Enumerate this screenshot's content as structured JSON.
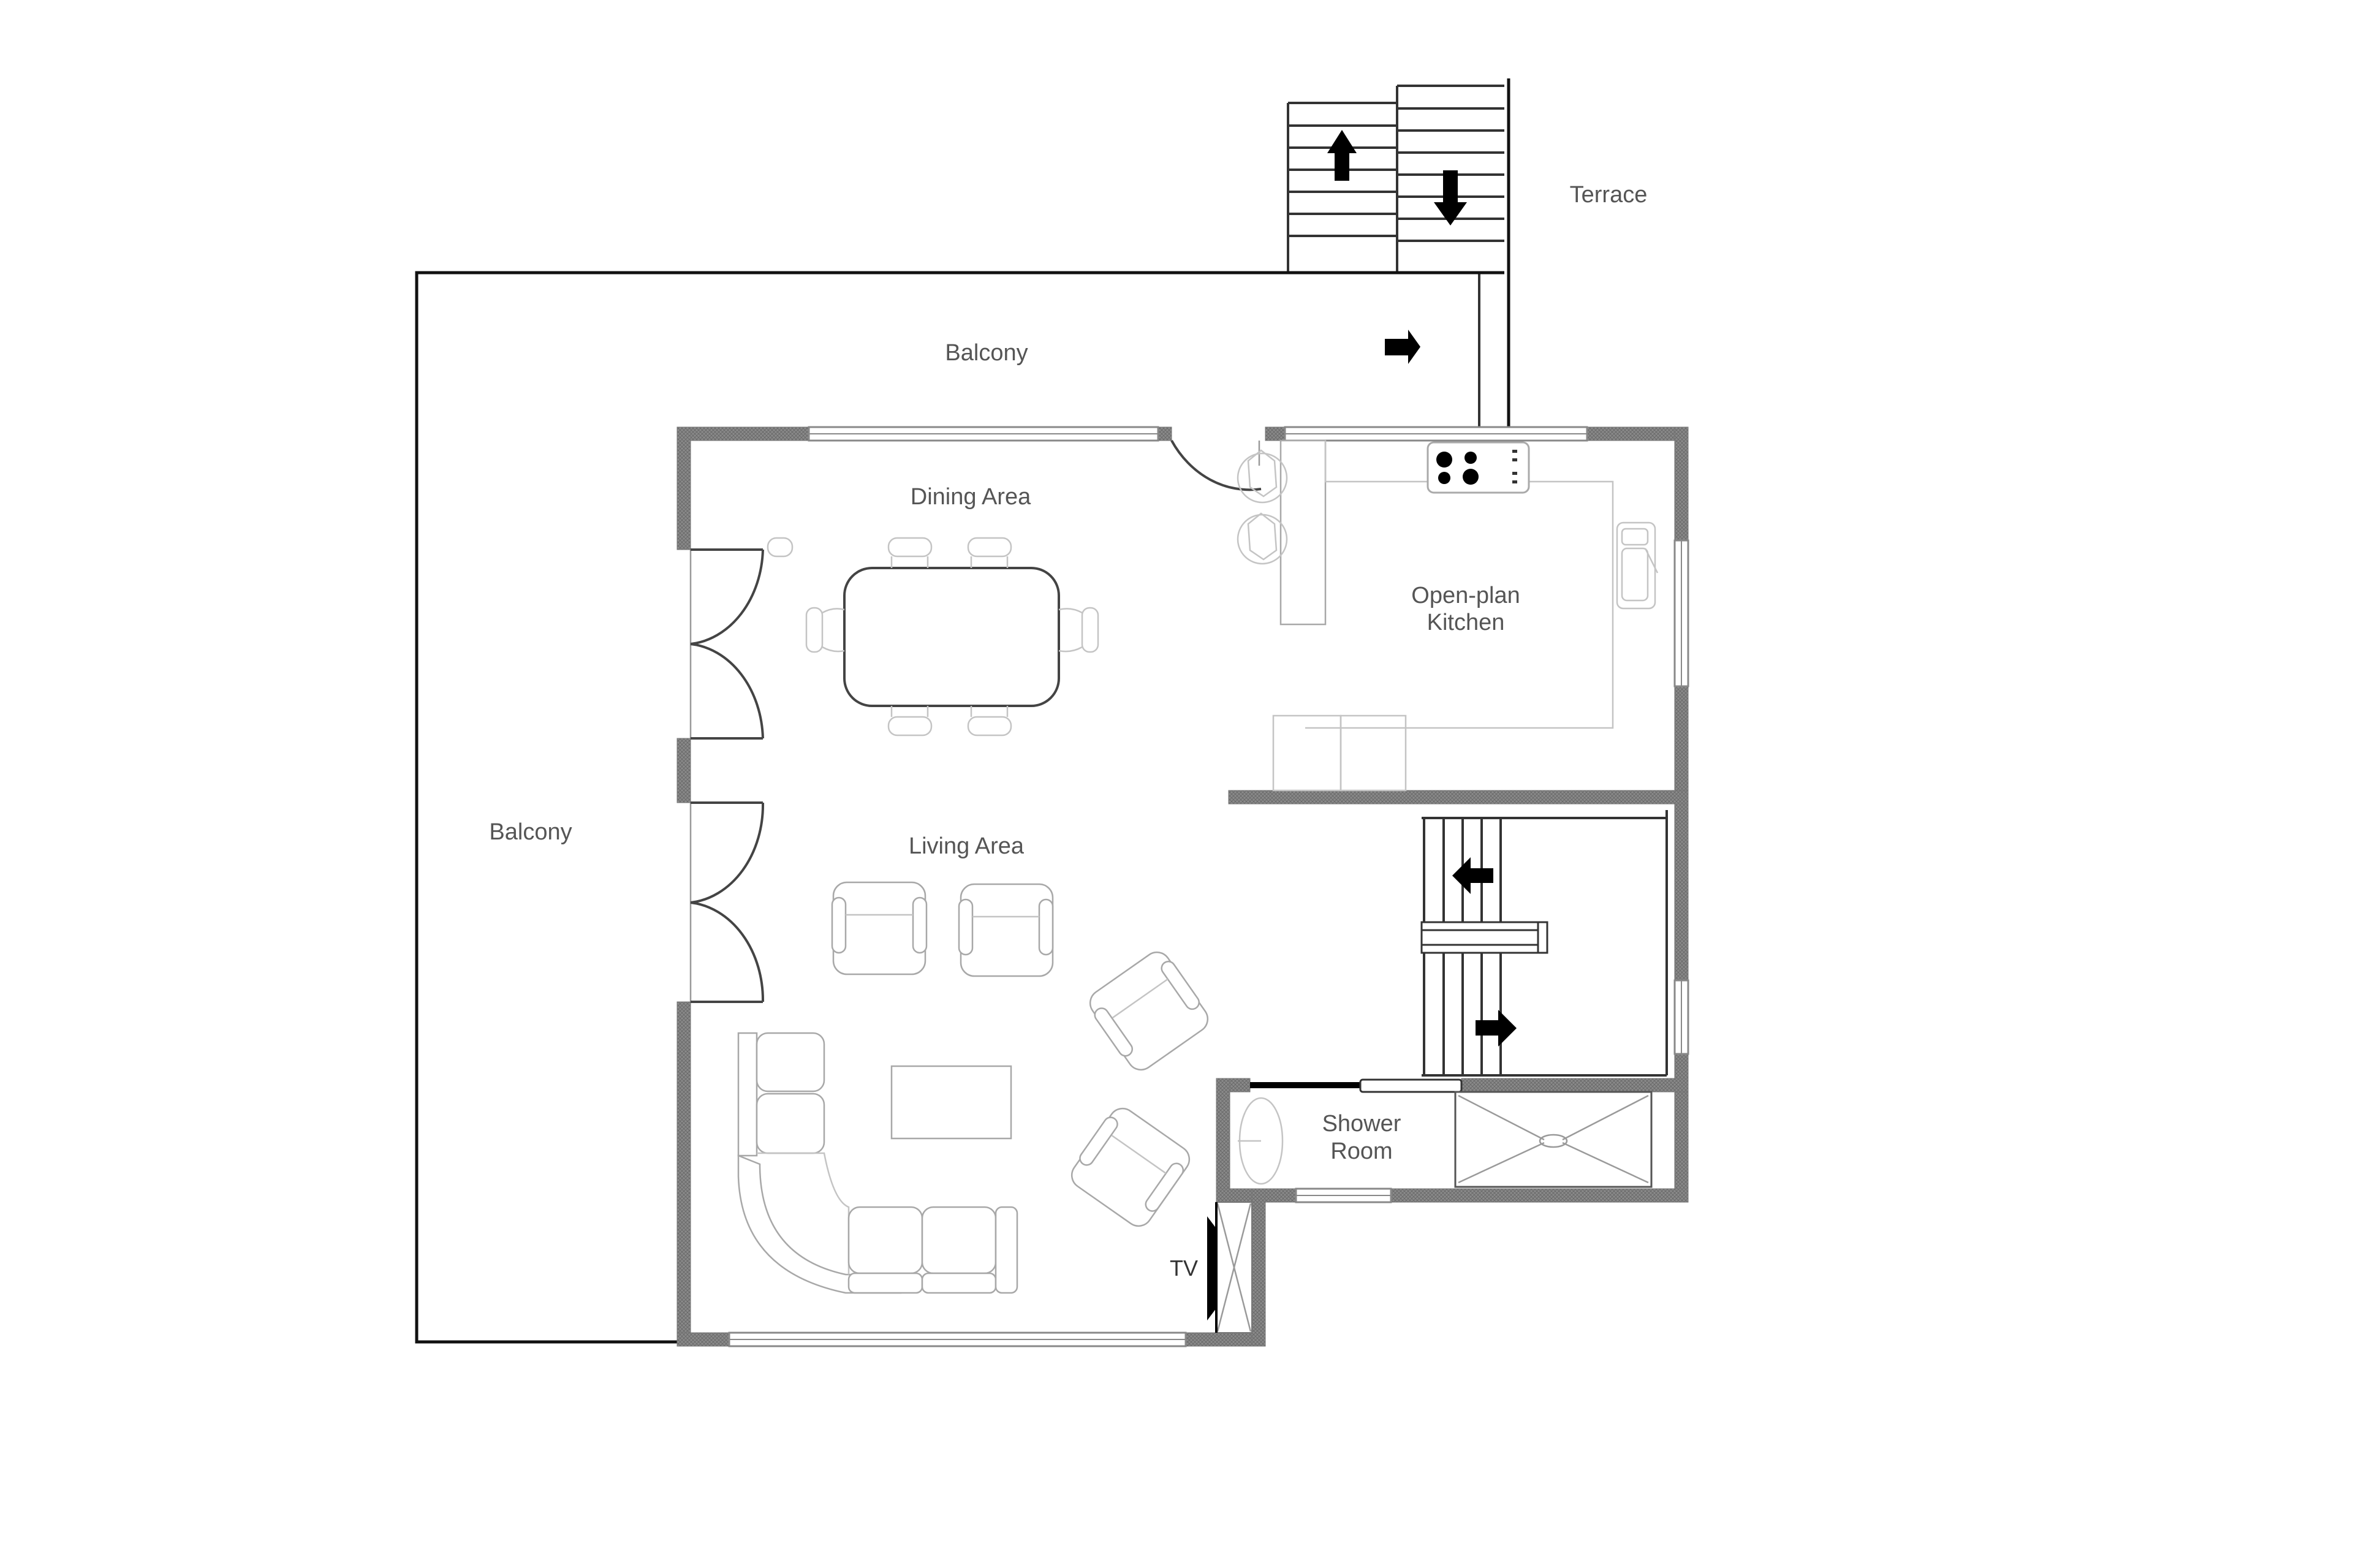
{
  "plan": {
    "title": "Floor plan",
    "colors": {
      "wall": "#777777",
      "outline": "#111111",
      "label": "#555555",
      "arrow": "#000000"
    },
    "rooms": [
      {
        "id": "terrace",
        "label": "Terrace"
      },
      {
        "id": "balcony-top",
        "label": "Balcony"
      },
      {
        "id": "balcony-left",
        "label": "Balcony"
      },
      {
        "id": "dining-area",
        "label": "Dining Area"
      },
      {
        "id": "kitchen",
        "label_line1": "Open-plan",
        "label_line2": "Kitchen"
      },
      {
        "id": "living-area",
        "label": "Living Area"
      },
      {
        "id": "shower-room",
        "label_line1": "Shower",
        "label_line2": "Room"
      }
    ],
    "fixtures": {
      "tv_label": "TV"
    },
    "stair_arrows": [
      {
        "location": "terrace-stairs-left",
        "direction": "up"
      },
      {
        "location": "terrace-stairs-right",
        "direction": "down"
      },
      {
        "location": "balcony-exit",
        "direction": "right"
      },
      {
        "location": "internal-stairs-upper",
        "direction": "left"
      },
      {
        "location": "internal-stairs-lower",
        "direction": "right"
      }
    ]
  }
}
